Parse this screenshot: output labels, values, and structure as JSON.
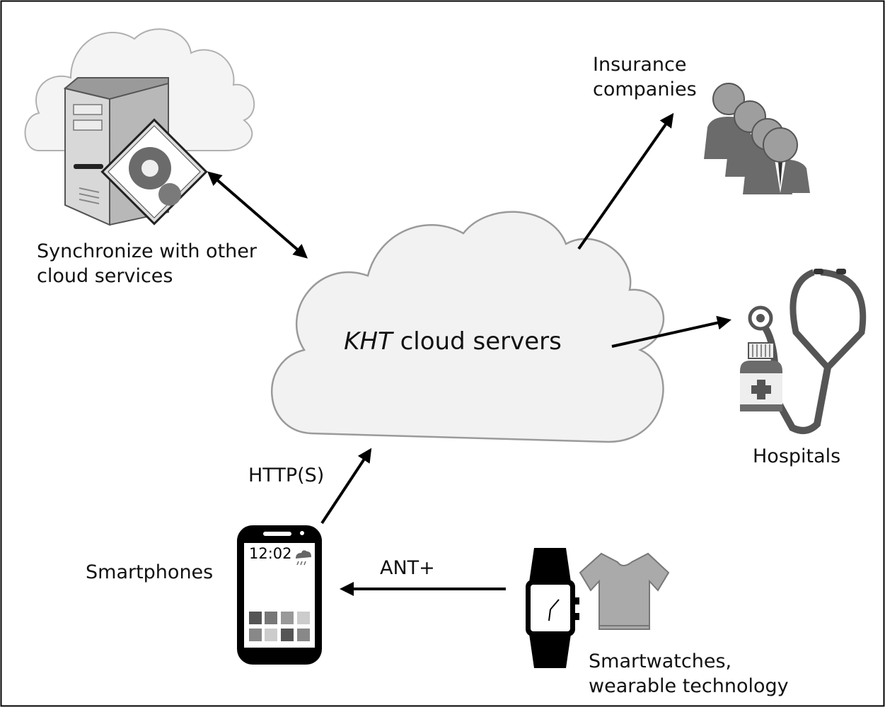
{
  "center": {
    "keyword": "KHT",
    "rest": " cloud servers"
  },
  "labels": {
    "sync_line1": "Synchronize with other",
    "sync_line2": "cloud services",
    "insurance_line1": "Insurance",
    "insurance_line2": "companies",
    "hospitals": "Hospitals",
    "http": "HTTP(S)",
    "smartphones": "Smartphones",
    "ant": "ANT+",
    "wearables_line1": "Smartwatches,",
    "wearables_line2": "wearable technology"
  },
  "phone": {
    "time": "12:02"
  },
  "icons": {
    "server": "cloud-server-icon",
    "people": "business-people-icon",
    "medical": "stethoscope-medicine-icon",
    "phone": "smartphone-icon",
    "watch": "smartwatch-icon",
    "shirt": "tshirt-icon"
  },
  "colors": {
    "arrow": "#000000",
    "cloud_fill": "#f2f2f2",
    "cloud_stroke": "#9a9a9a",
    "dark_gray": "#6b6b6b"
  }
}
